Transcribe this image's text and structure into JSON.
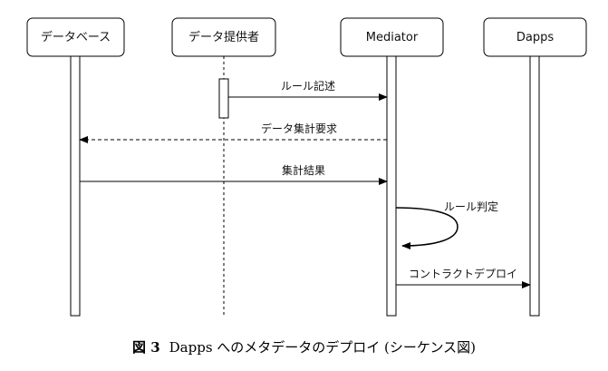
{
  "participants": [
    {
      "id": "db",
      "label": "データベース"
    },
    {
      "id": "provider",
      "label": "データ提供者"
    },
    {
      "id": "mediator",
      "label": "Mediator"
    },
    {
      "id": "dapps",
      "label": "Dapps"
    }
  ],
  "messages": [
    {
      "id": "rule-write",
      "label": "ルール記述",
      "from": "provider",
      "to": "mediator",
      "style": "solid"
    },
    {
      "id": "agg-request",
      "label": "データ集計要求",
      "from": "mediator",
      "to": "db",
      "style": "dashed"
    },
    {
      "id": "agg-result",
      "label": "集計結果",
      "from": "db",
      "to": "mediator",
      "style": "solid"
    },
    {
      "id": "rule-judge",
      "label": "ルール判定",
      "from": "mediator",
      "to": "mediator",
      "style": "self"
    },
    {
      "id": "deploy-contract",
      "label": "コントラクトデプロイ",
      "from": "mediator",
      "to": "dapps",
      "style": "solid"
    }
  ],
  "caption": {
    "prefix": "図 3",
    "text": "Dapps へのメタデータのデプロイ (シーケンス図)"
  }
}
